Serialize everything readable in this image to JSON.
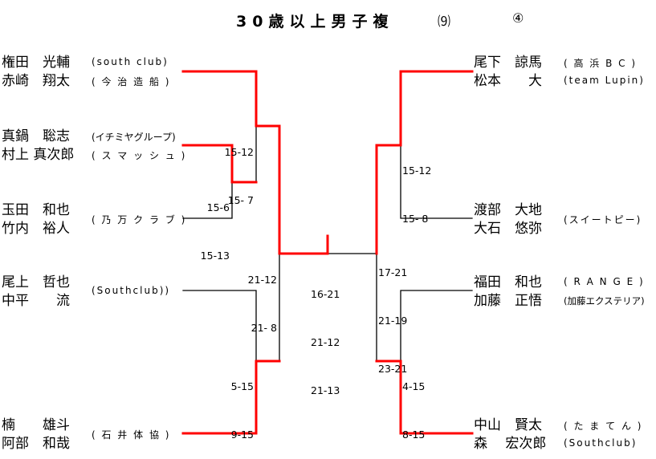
{
  "title": {
    "text": "30歳以上男子複",
    "count": "⑼",
    "number": "④"
  },
  "colors": {
    "winner_line": "#ff0000",
    "line": "#000000"
  },
  "left": [
    {
      "names": [
        "権田　光輔",
        "赤崎　翔太"
      ],
      "clubs": [
        "(south club)",
        "( 今 治 造 船 )"
      ]
    },
    {
      "names": [
        "真鍋　聡志",
        "村上 真次郎"
      ],
      "clubs": [
        "(イチミヤグループ)",
        "( ス マ ッ シ ュ )"
      ]
    },
    {
      "names": [
        "玉田　和也",
        "竹内　裕人"
      ],
      "clubs": [
        "( 乃 万 ク ラ ブ )"
      ]
    },
    {
      "names": [
        "尾上　哲也",
        "中平　　流"
      ],
      "clubs": [
        "(Southclub))"
      ]
    },
    {
      "names": [
        "楠　　雄斗",
        "阿部　和哉"
      ],
      "clubs": [
        "( 石 井 体 協 )"
      ]
    }
  ],
  "right": [
    {
      "names": [
        "尾下　諒馬",
        "松本　　大"
      ],
      "clubs": [
        "( 高 浜 B C )",
        "(team Lupin)"
      ]
    },
    {
      "names": [
        "渡部　大地",
        "大石　悠弥"
      ],
      "clubs": [
        "(スイートピー)"
      ]
    },
    {
      "names": [
        "福田　和也",
        "加藤　正悟"
      ],
      "clubs": [
        "( R A N G E )",
        "(加藤エクステリア)"
      ]
    },
    {
      "names": [
        "中山　賢太",
        "森　 宏次郎"
      ],
      "clubs": [
        "( た ま て ん )",
        "(Southclub)"
      ]
    }
  ],
  "scores": {
    "left_r1": [
      "15-6",
      "15-13"
    ],
    "left_r2_top": [
      "15-12",
      "15- 7"
    ],
    "left_r2_bottom": [
      "5-15",
      "9-15"
    ],
    "left_semi": [
      "21-12",
      "21- 8"
    ],
    "final": [
      "16-21",
      "21-12",
      "21-13"
    ],
    "right_semi": [
      "17-21",
      "21-19",
      "23-21"
    ],
    "right_r2_top": [
      "15-12",
      "15- 8"
    ],
    "right_r2_bottom": [
      "4-15",
      "8-15"
    ]
  }
}
